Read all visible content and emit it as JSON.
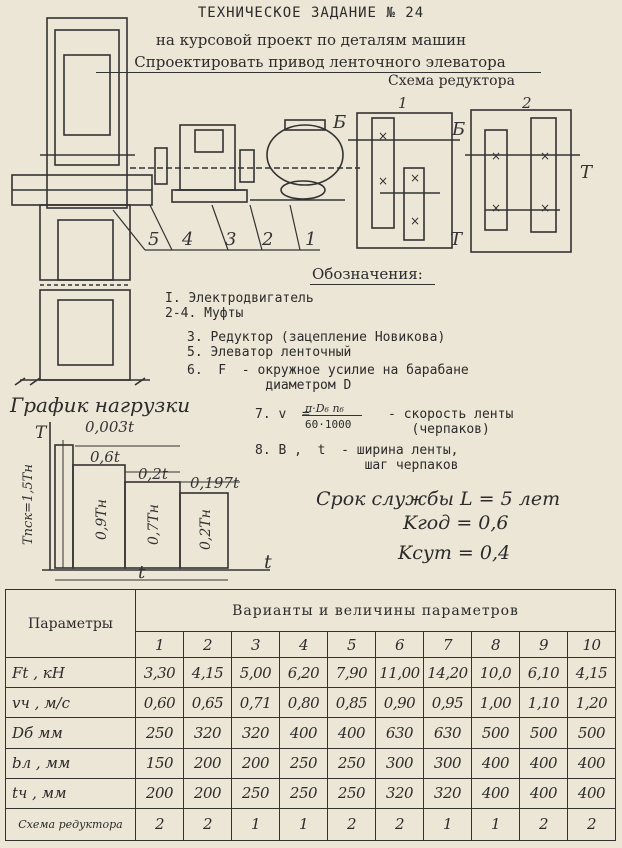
{
  "header": {
    "title": "ТЕХНИЧЕСКОЕ ЗАДАНИЕ № 24",
    "subtitle": "на курсовой проект по деталям машин",
    "task": "Спроектировать привод ленточного элеватора"
  },
  "scheme": {
    "title": "Схема редуктора",
    "drive_labels": [
      "5",
      "4",
      "3",
      "2",
      "1"
    ],
    "gear_labels": [
      "1",
      "2"
    ],
    "shaft_letters": [
      "Б",
      "Б",
      "Т",
      "Т"
    ]
  },
  "legend": {
    "title": "Обозначения:",
    "items": [
      "I. Электродвигатель",
      "2-4. Муфты",
      "3. Редуктор (зацепление Новикова)",
      "5. Элеватор ленточный",
      "6.  F  - окружное усилие на барабане",
      "          диаметром D",
      "7. v  =          - скорость ленты",
      "                    (черпаков)",
      "8. B ,  t  - ширина ленты,",
      "              шаг черпаков"
    ],
    "formula_numer": "π·D₆ n₆",
    "formula_denom": "60·1000"
  },
  "load_graph": {
    "title": "График нагрузки",
    "y_label": "T",
    "y_start_label": "Tпск=1,5Tн",
    "segments": [
      {
        "duration": "0,003t",
        "level": ""
      },
      {
        "duration": "0,6t",
        "level": "0,9Tн"
      },
      {
        "duration": "0,2t",
        "level": "0,7Tн"
      },
      {
        "duration": "0,197t",
        "level": "0,2Tн"
      }
    ],
    "x_label": "t",
    "span_label": "t"
  },
  "service": {
    "life": "Срок службы L = 5 лет",
    "k_god": "Kгод = 0,6",
    "k_sut": "Kсут = 0,4"
  },
  "table": {
    "param_header": "Параметры",
    "variants_header": "Варианты и величины параметров",
    "variants": [
      "1",
      "2",
      "3",
      "4",
      "5",
      "6",
      "7",
      "8",
      "9",
      "10"
    ],
    "rows": [
      {
        "label": "Ft , кН",
        "values": [
          "3,30",
          "4,15",
          "5,00",
          "6,20",
          "7,90",
          "11,00",
          "14,20",
          "10,0",
          "6,10",
          "4,15"
        ]
      },
      {
        "label": "vч , м/с",
        "values": [
          "0,60",
          "0,65",
          "0,71",
          "0,80",
          "0,85",
          "0,90",
          "0,95",
          "1,00",
          "1,10",
          "1,20"
        ]
      },
      {
        "label": "Dб   мм",
        "values": [
          "250",
          "320",
          "320",
          "400",
          "400",
          "630",
          "630",
          "500",
          "500",
          "500"
        ]
      },
      {
        "label": "bл ,  мм",
        "values": [
          "150",
          "200",
          "200",
          "250",
          "250",
          "300",
          "300",
          "400",
          "400",
          "400"
        ]
      },
      {
        "label": "tч , мм",
        "values": [
          "200",
          "200",
          "250",
          "250",
          "250",
          "320",
          "320",
          "400",
          "400",
          "400"
        ]
      },
      {
        "label": "Схема редуктора",
        "values": [
          "2",
          "2",
          "1",
          "1",
          "2",
          "2",
          "1",
          "1",
          "2",
          "2"
        ]
      }
    ]
  }
}
